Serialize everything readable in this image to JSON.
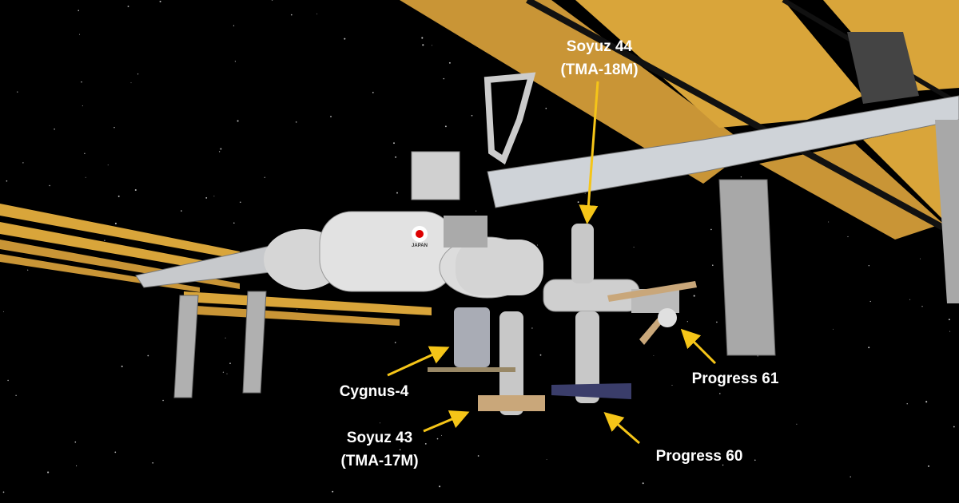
{
  "colors": {
    "background": "#000000",
    "solar_array": "#d9a53a",
    "arrow": "#f5c518",
    "label": "#ffffff",
    "module": "#d8d8d8",
    "radiator": "#9a9a9a"
  },
  "module_marking": "JAPAN",
  "labels": {
    "soyuz44": {
      "name": "Soyuz 44",
      "designation": "(TMA-18M)"
    },
    "cygnus4": {
      "name": "Cygnus-4"
    },
    "soyuz43": {
      "name": "Soyuz 43",
      "designation": "(TMA-17M)"
    },
    "progress60": {
      "name": "Progress 60"
    },
    "progress61": {
      "name": "Progress 61"
    }
  }
}
